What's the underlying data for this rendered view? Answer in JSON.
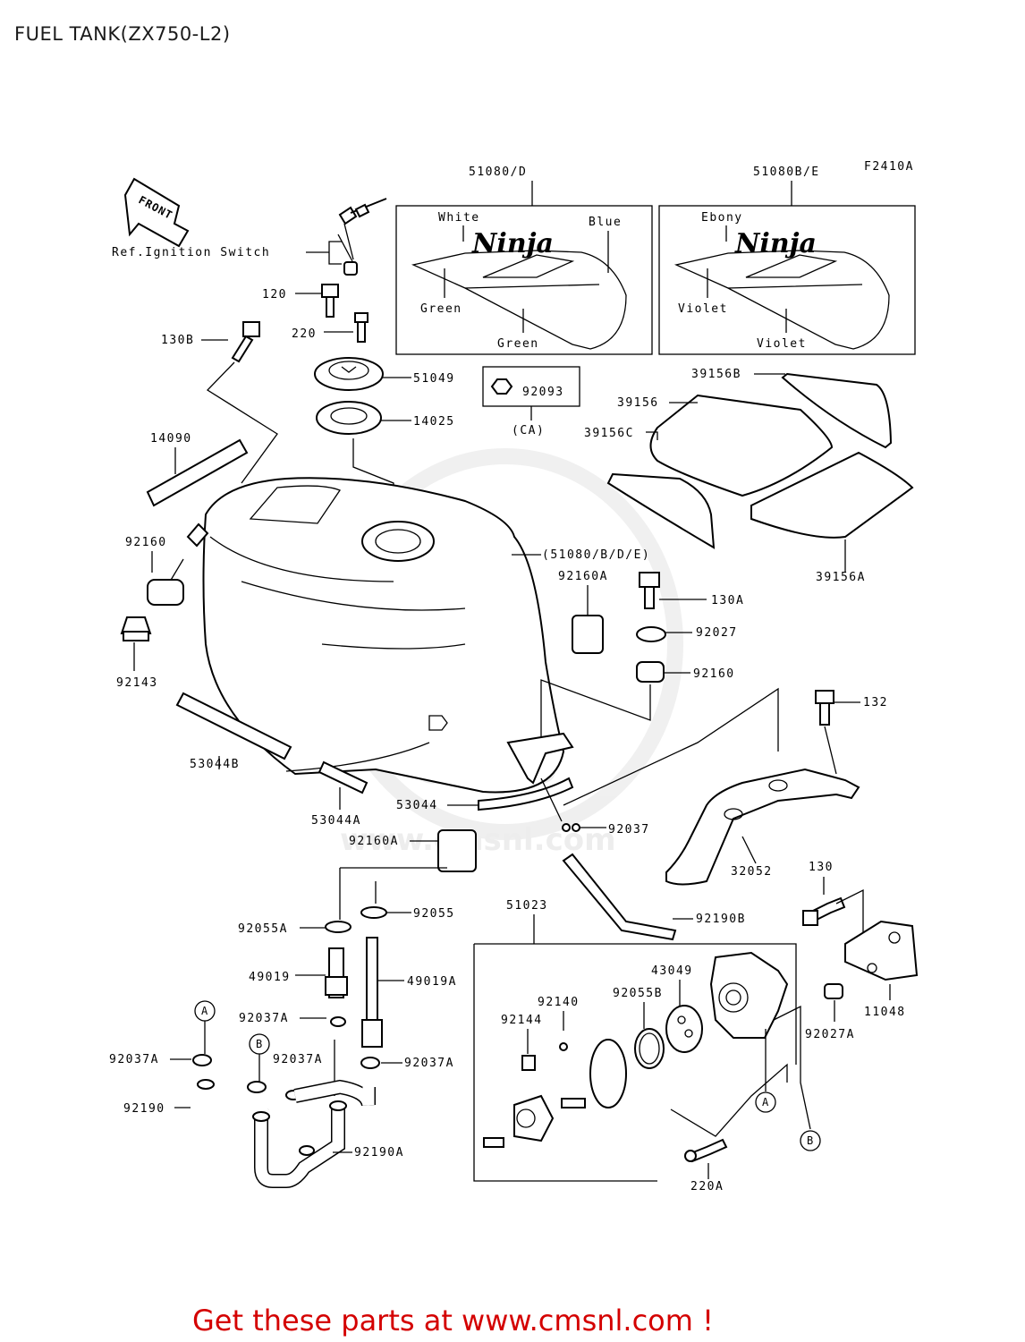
{
  "title": "FUEL TANK(ZX750-L2)",
  "figure_code": "F2410A",
  "front_label": "FRONT",
  "ref_ignition": "Ref.Ignition Switch",
  "decals": {
    "d1": {
      "part": "51080/D",
      "logo": "Ninja",
      "colors": [
        "White",
        "Blue",
        "Green",
        "Green"
      ]
    },
    "d2": {
      "part": "51080B/E",
      "logo": "Ninja",
      "colors": [
        "Ebony",
        "Violet",
        "Violet"
      ]
    }
  },
  "parts": {
    "p120": "120",
    "p220": "220",
    "p130B": "130B",
    "p51049": "51049",
    "p14025": "14025",
    "p92093": "92093",
    "pCA": "(CA)",
    "p14090": "14090",
    "p39156B": "39156B",
    "p39156": "39156",
    "p39156C": "39156C",
    "p39156A": "39156A",
    "p92160a": "92160",
    "p92143": "92143",
    "p51080BDE": "(51080/B/D/E)",
    "p92160A_1": "92160A",
    "p130A": "130A",
    "p92027": "92027",
    "p92160b": "92160",
    "p132": "132",
    "p53044B": "53044B",
    "p53044A": "53044A",
    "p53044": "53044",
    "p92037a": "92037",
    "p92160A_2": "92160A",
    "p32052": "32052",
    "p130": "130",
    "p92055": "92055",
    "p92055A": "92055A",
    "p51023": "51023",
    "p92190B": "92190B",
    "p49019": "49019",
    "p49019A": "49019A",
    "p43049": "43049",
    "p92140": "92140",
    "p92055B": "92055B",
    "p92144": "92144",
    "p11048": "11048",
    "p92037A_1": "92037A",
    "p92037A_2": "92037A",
    "p92037A_3": "92037A",
    "p92037A_4": "92037A",
    "p92027A": "92027A",
    "p92190": "92190",
    "p92190A": "92190A",
    "p220A": "220A"
  },
  "refs": {
    "a": "A",
    "b": "B"
  },
  "watermark": {
    "main": "CMS",
    "url": "www.cmsnl.com"
  },
  "footer": "Get these parts at www.cmsnl.com !"
}
